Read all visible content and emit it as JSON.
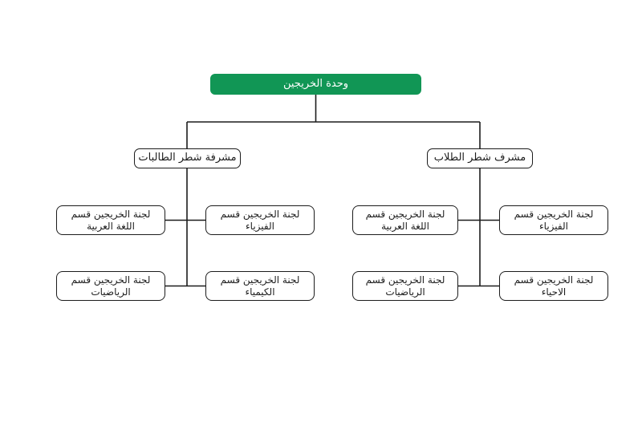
{
  "org_chart": {
    "root": {
      "label": "وحدة الخريجين"
    },
    "branches": [
      {
        "label": "مشرفة شطر الطالبات",
        "children": [
          {
            "line1": "لجنة الخريجين قسم",
            "line2": "اللغة العربية"
          },
          {
            "line1": "لجنة الخريجين قسم",
            "line2": "الفيزياء"
          },
          {
            "line1": "لجنة الخريجين قسم",
            "line2": "الرياضيات"
          },
          {
            "line1": "لجنة الخريجين قسم",
            "line2": "الكيمياء"
          }
        ]
      },
      {
        "label": "مشرف شطر الطلاب",
        "children": [
          {
            "line1": "لجنة الخريجين  قسم",
            "line2": "اللغة العربية"
          },
          {
            "line1": "لجنة الخريجين  قسم",
            "line2": "الفيزياء"
          },
          {
            "line1": "لجنة الخريجين قسم",
            "line2": "الرياضيات"
          },
          {
            "line1": "لجنة الخريجين قسم",
            "line2": "الاحياء"
          }
        ]
      }
    ],
    "colors": {
      "root_fill": "#119655",
      "root_text": "#ffffff",
      "node_fill": "#ffffff",
      "node_border": "#1c1c1c",
      "connector": "#1c1c1c"
    }
  }
}
